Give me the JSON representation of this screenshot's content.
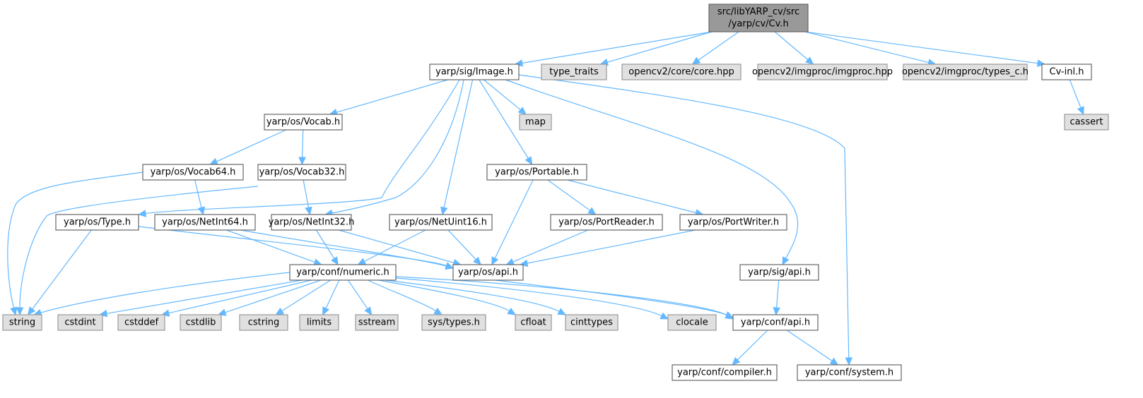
{
  "graph": {
    "title": "src/libYARP_cv/src/yarp/cv/Cv.h",
    "colors": {
      "edge": "#63b8ff",
      "root_fill": "#999999",
      "local_fill": "#ffffff",
      "system_fill": "#e0e0e0"
    },
    "nodes": [
      {
        "id": "cv",
        "lines": [
          "src/libYARP_cv/src",
          "/yarp/cv/Cv.h"
        ],
        "kind": "root"
      },
      {
        "id": "image",
        "lines": [
          "yarp/sig/Image.h"
        ],
        "kind": "local"
      },
      {
        "id": "type_traits",
        "lines": [
          "type_traits"
        ],
        "kind": "system"
      },
      {
        "id": "core",
        "lines": [
          "opencv2/core/core.hpp"
        ],
        "kind": "system"
      },
      {
        "id": "imgproc",
        "lines": [
          "opencv2/imgproc/imgproc.hpp"
        ],
        "kind": "system"
      },
      {
        "id": "types_c",
        "lines": [
          "opencv2/imgproc/types_c.h"
        ],
        "kind": "system"
      },
      {
        "id": "cvinl",
        "lines": [
          "Cv-inl.h"
        ],
        "kind": "local"
      },
      {
        "id": "cassert",
        "lines": [
          "cassert"
        ],
        "kind": "system"
      },
      {
        "id": "vocab",
        "lines": [
          "yarp/os/Vocab.h"
        ],
        "kind": "local"
      },
      {
        "id": "map",
        "lines": [
          "map"
        ],
        "kind": "system"
      },
      {
        "id": "vocab64",
        "lines": [
          "yarp/os/Vocab64.h"
        ],
        "kind": "local"
      },
      {
        "id": "vocab32",
        "lines": [
          "yarp/os/Vocab32.h"
        ],
        "kind": "local"
      },
      {
        "id": "portable",
        "lines": [
          "yarp/os/Portable.h"
        ],
        "kind": "local"
      },
      {
        "id": "type",
        "lines": [
          "yarp/os/Type.h"
        ],
        "kind": "local"
      },
      {
        "id": "netint64",
        "lines": [
          "yarp/os/NetInt64.h"
        ],
        "kind": "local"
      },
      {
        "id": "netint32",
        "lines": [
          "yarp/os/NetInt32.h"
        ],
        "kind": "local"
      },
      {
        "id": "netuint16",
        "lines": [
          "yarp/os/NetUint16.h"
        ],
        "kind": "local"
      },
      {
        "id": "portreader",
        "lines": [
          "yarp/os/PortReader.h"
        ],
        "kind": "local"
      },
      {
        "id": "portwriter",
        "lines": [
          "yarp/os/PortWriter.h"
        ],
        "kind": "local"
      },
      {
        "id": "numeric",
        "lines": [
          "yarp/conf/numeric.h"
        ],
        "kind": "local"
      },
      {
        "id": "osapi",
        "lines": [
          "yarp/os/api.h"
        ],
        "kind": "local"
      },
      {
        "id": "sigapi",
        "lines": [
          "yarp/sig/api.h"
        ],
        "kind": "local"
      },
      {
        "id": "string",
        "lines": [
          "string"
        ],
        "kind": "system"
      },
      {
        "id": "cstdint",
        "lines": [
          "cstdint"
        ],
        "kind": "system"
      },
      {
        "id": "cstddef",
        "lines": [
          "cstddef"
        ],
        "kind": "system"
      },
      {
        "id": "cstdlib",
        "lines": [
          "cstdlib"
        ],
        "kind": "system"
      },
      {
        "id": "cstring",
        "lines": [
          "cstring"
        ],
        "kind": "system"
      },
      {
        "id": "limits",
        "lines": [
          "limits"
        ],
        "kind": "system"
      },
      {
        "id": "sstream",
        "lines": [
          "sstream"
        ],
        "kind": "system"
      },
      {
        "id": "systypes",
        "lines": [
          "sys/types.h"
        ],
        "kind": "system"
      },
      {
        "id": "cfloat",
        "lines": [
          "cfloat"
        ],
        "kind": "system"
      },
      {
        "id": "cinttypes",
        "lines": [
          "cinttypes"
        ],
        "kind": "system"
      },
      {
        "id": "clocale",
        "lines": [
          "clocale"
        ],
        "kind": "system"
      },
      {
        "id": "confapi",
        "lines": [
          "yarp/conf/api.h"
        ],
        "kind": "local"
      },
      {
        "id": "compiler",
        "lines": [
          "yarp/conf/compiler.h"
        ],
        "kind": "local"
      },
      {
        "id": "system",
        "lines": [
          "yarp/conf/system.h"
        ],
        "kind": "local"
      }
    ],
    "edges": [
      [
        "cv",
        "image"
      ],
      [
        "cv",
        "type_traits"
      ],
      [
        "cv",
        "core"
      ],
      [
        "cv",
        "imgproc"
      ],
      [
        "cv",
        "types_c"
      ],
      [
        "cv",
        "cvinl"
      ],
      [
        "cvinl",
        "cassert"
      ],
      [
        "image",
        "vocab"
      ],
      [
        "image",
        "map"
      ],
      [
        "image",
        "type"
      ],
      [
        "image",
        "netint32"
      ],
      [
        "image",
        "netuint16"
      ],
      [
        "image",
        "portable"
      ],
      [
        "image",
        "sigapi"
      ],
      [
        "image",
        "system"
      ],
      [
        "vocab",
        "vocab64"
      ],
      [
        "vocab",
        "vocab32"
      ],
      [
        "vocab64",
        "string"
      ],
      [
        "vocab64",
        "netint64"
      ],
      [
        "vocab32",
        "string"
      ],
      [
        "vocab32",
        "netint32"
      ],
      [
        "portable",
        "osapi"
      ],
      [
        "portable",
        "portreader"
      ],
      [
        "portable",
        "portwriter"
      ],
      [
        "type",
        "string"
      ],
      [
        "type",
        "osapi"
      ],
      [
        "netint64",
        "numeric"
      ],
      [
        "netint64",
        "osapi"
      ],
      [
        "netint32",
        "numeric"
      ],
      [
        "netint32",
        "osapi"
      ],
      [
        "netuint16",
        "numeric"
      ],
      [
        "netuint16",
        "osapi"
      ],
      [
        "portreader",
        "osapi"
      ],
      [
        "portwriter",
        "osapi"
      ],
      [
        "numeric",
        "string"
      ],
      [
        "numeric",
        "cstdint"
      ],
      [
        "numeric",
        "cstddef"
      ],
      [
        "numeric",
        "cstdlib"
      ],
      [
        "numeric",
        "cstring"
      ],
      [
        "numeric",
        "limits"
      ],
      [
        "numeric",
        "sstream"
      ],
      [
        "numeric",
        "systypes"
      ],
      [
        "numeric",
        "cfloat"
      ],
      [
        "numeric",
        "cinttypes"
      ],
      [
        "numeric",
        "clocale"
      ],
      [
        "numeric",
        "confapi"
      ],
      [
        "osapi",
        "confapi"
      ],
      [
        "sigapi",
        "confapi"
      ],
      [
        "confapi",
        "compiler"
      ],
      [
        "confapi",
        "system"
      ]
    ]
  }
}
